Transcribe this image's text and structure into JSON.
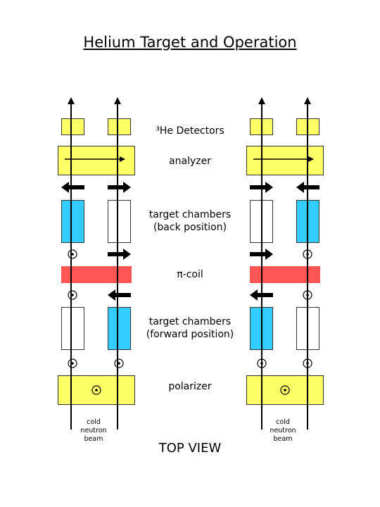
{
  "title": "Helium Target and Operation",
  "labels": {
    "detectors": "³He Detectors",
    "analyzer": "analyzer",
    "target_back_1": "target chambers",
    "target_back_2": "(back position)",
    "pi_coil": "π-coil",
    "target_forward_1": "target chambers",
    "target_forward_2": "(forward position)",
    "polarizer": "polarizer"
  },
  "beam_label": {
    "left": [
      "cold",
      "neutron",
      "beam"
    ],
    "right": [
      "cold",
      "neutron",
      "beam"
    ]
  },
  "top_view": "TOP VIEW",
  "colors": {
    "yellow": "#ffff66",
    "blue": "#33ccff",
    "red": "#ff5555",
    "black": "#000000"
  }
}
